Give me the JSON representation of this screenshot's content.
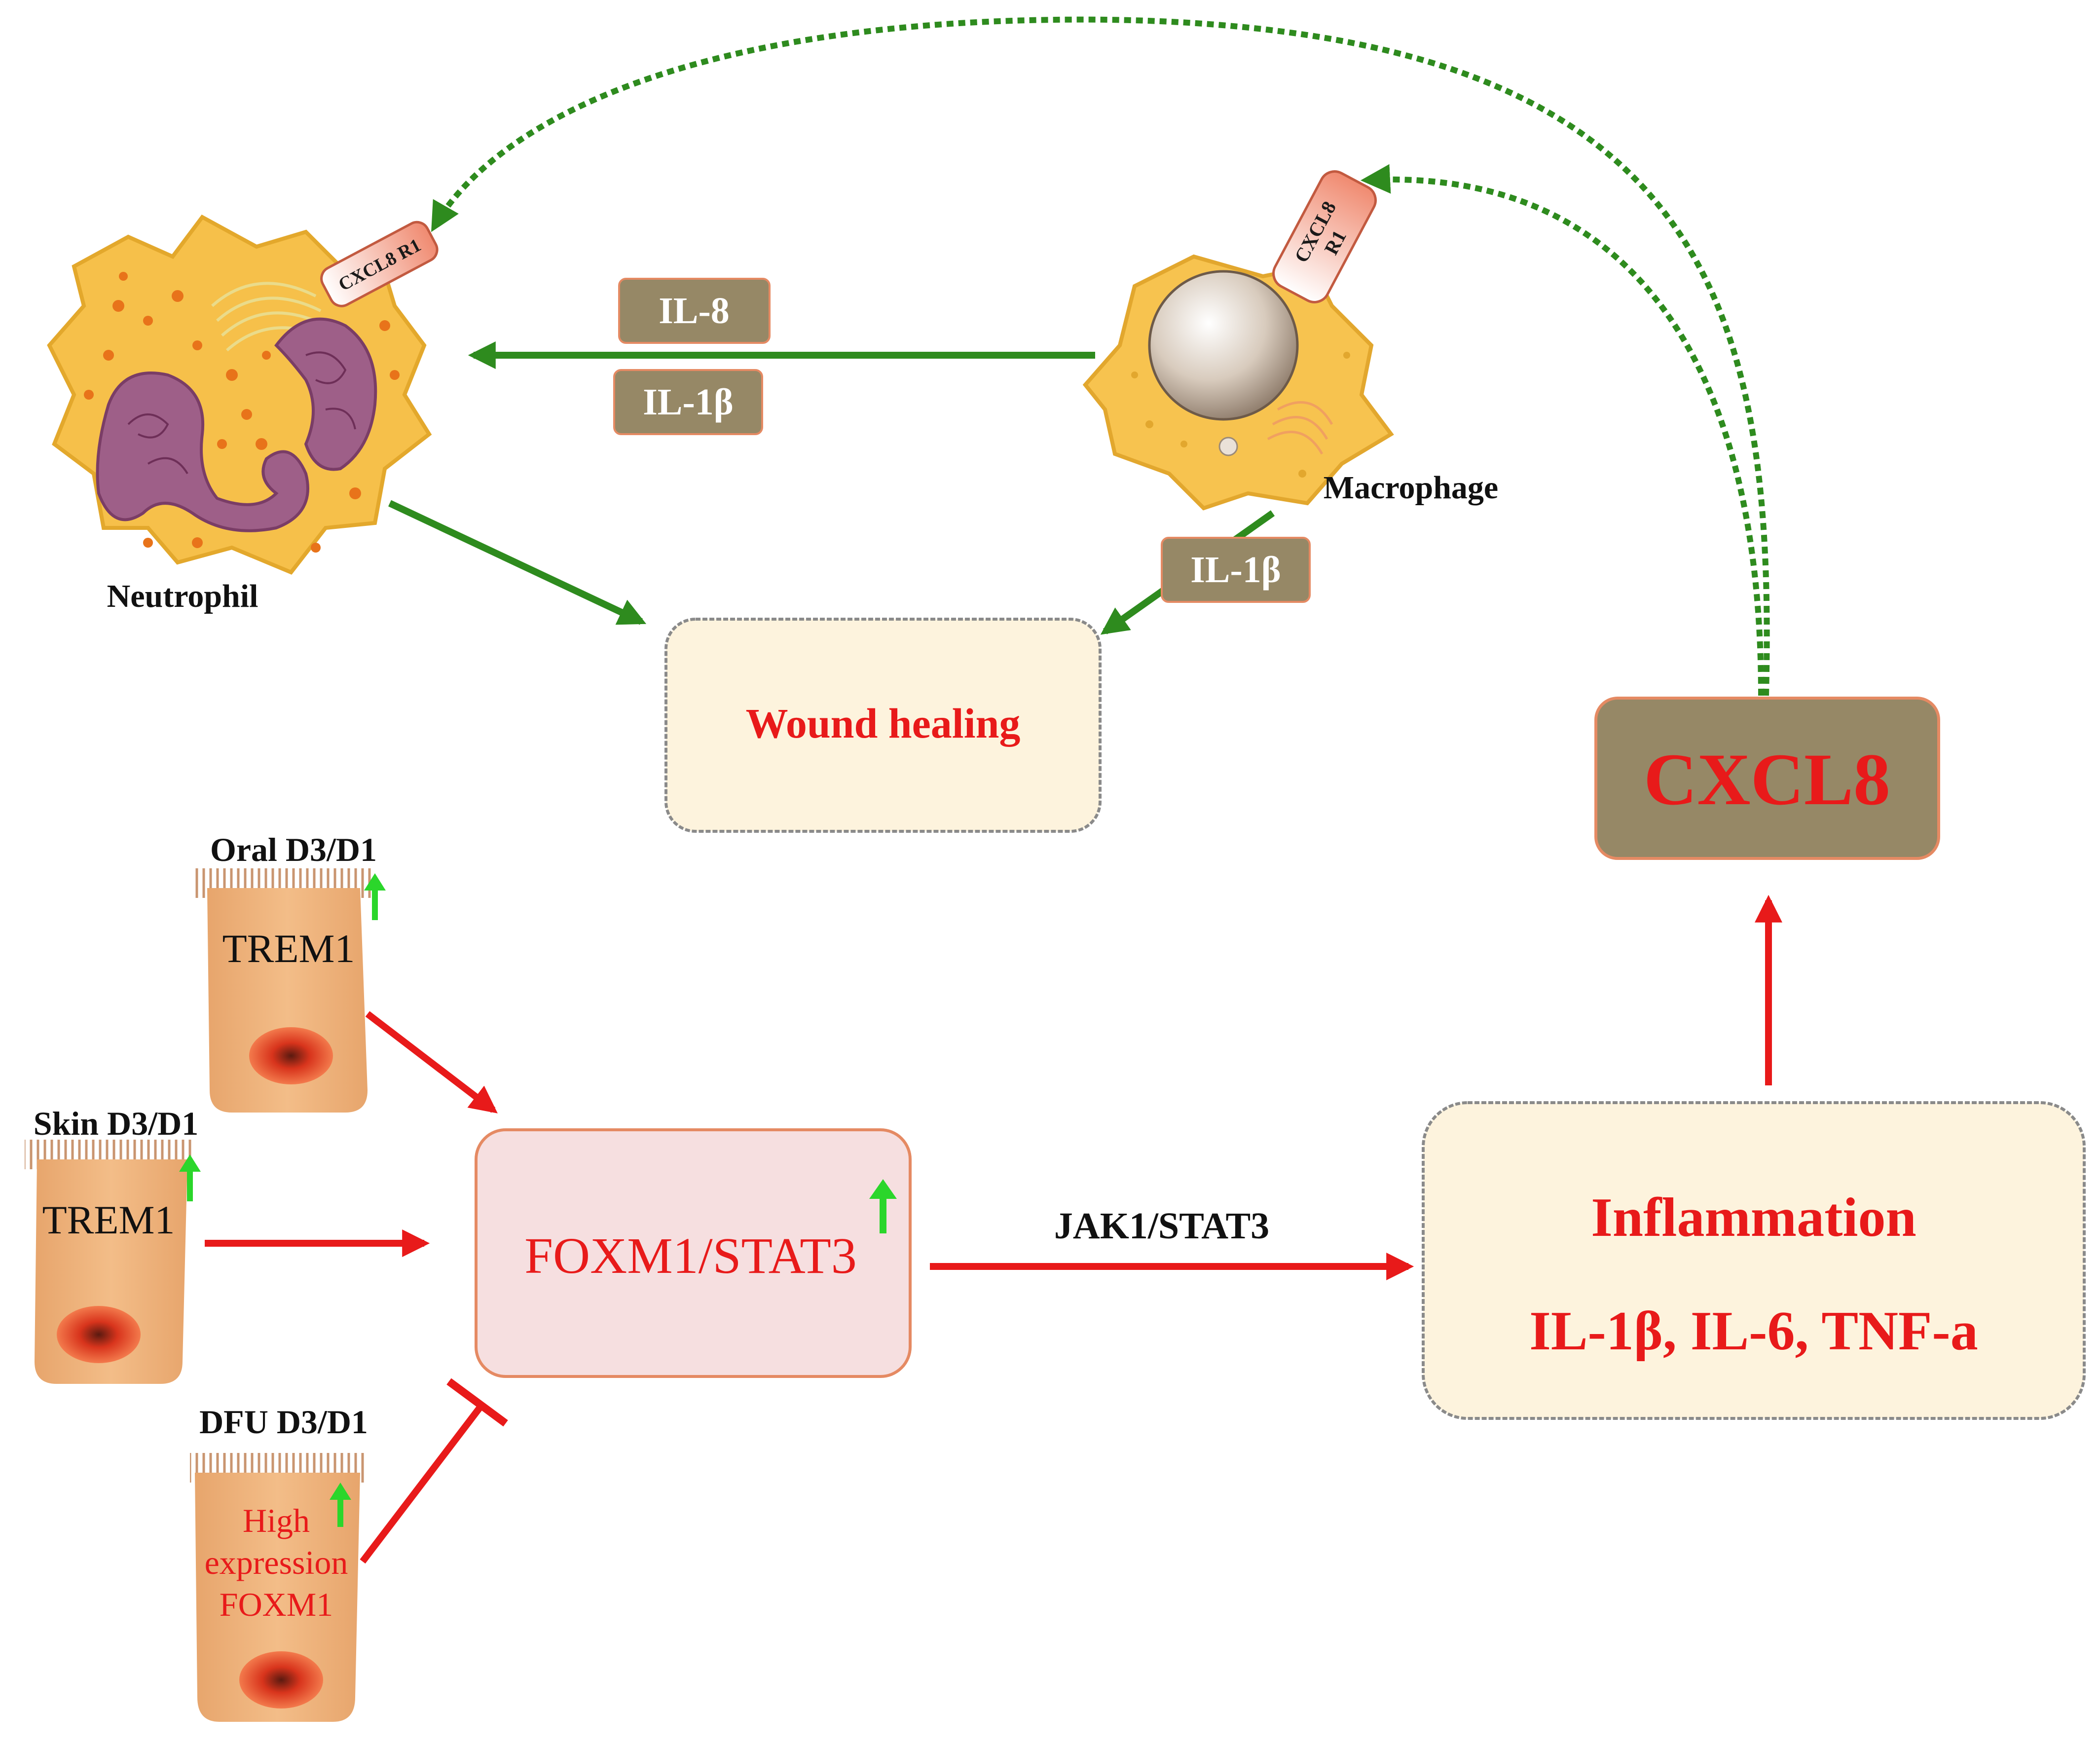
{
  "cells": {
    "neutrophil": "Neutrophil",
    "macrophage": "Macrophage",
    "neutrophil_receptor": "CXCL8 R1",
    "macrophage_receptor_line1": "CXCL8",
    "macrophage_receptor_line2": "R1"
  },
  "cytokines": {
    "il8": "IL-8",
    "il1b_top": "IL-1β",
    "il1b_right": "IL-1β"
  },
  "boxes": {
    "wound_healing": "Wound healing",
    "cxcl8": "CXCL8",
    "foxm1_stat3": "FOXM1/STAT3",
    "inflammation_title": "Inflammation",
    "inflammation_list": "IL-1β, IL-6, TNF-a"
  },
  "pathway_label": "JAK1/STAT3",
  "epithelia": {
    "oral": {
      "title": "Oral D3/D1",
      "text": "TREM1"
    },
    "skin": {
      "title": "Skin D3/D1",
      "text": "TREM1"
    },
    "dfu": {
      "title": "DFU D3/D1",
      "text_line1": "High",
      "text_line2": "expression",
      "text_line3": "FOXM1"
    }
  },
  "colors": {
    "red": "#e81a1a",
    "green": "#2e8b1e",
    "bright_green": "#2bd62b",
    "cytokine_box": "#968866",
    "cream_box": "#fdf3dd",
    "pink_box": "#f6dfe0",
    "cell_yellow": "#f7c34f",
    "epithelium": "#f0b47c"
  }
}
